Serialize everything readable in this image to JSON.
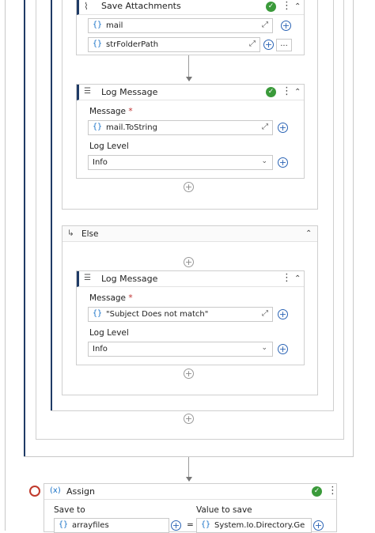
{
  "save_attachments": {
    "title": "Save Attachments",
    "field1": "mail",
    "field2": "strFolderPath",
    "more": "..."
  },
  "log1": {
    "title": "Log Message",
    "message_label": "Message",
    "required": "*",
    "message_value": "mail.ToString",
    "level_label": "Log Level",
    "level_value": "Info"
  },
  "else_block": {
    "title": "Else"
  },
  "log2": {
    "title": "Log Message",
    "message_label": "Message",
    "required": "*",
    "message_value": "\"Subject Does not match\"",
    "level_label": "Log Level",
    "level_value": "Info"
  },
  "assign": {
    "title": "Assign",
    "icon_text": "(x)",
    "save_to_label": "Save to",
    "save_to_value": "arrayfiles",
    "equals": "=",
    "value_label": "Value to save",
    "value_value": "System.Io.Directory.Ge"
  },
  "icons": {
    "braces": "{}",
    "check": "✓",
    "kebab": "⋮",
    "collapse": "⌃",
    "plus": "+",
    "expand": "⤢",
    "dropdown": "⌄",
    "else_arrow": "↳"
  }
}
